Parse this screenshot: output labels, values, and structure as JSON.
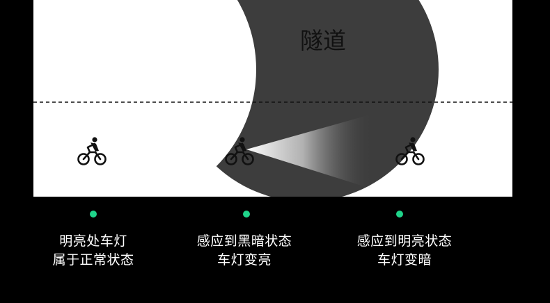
{
  "scene": {
    "tunnel_label": "隧道",
    "colors": {
      "background": "#000000",
      "panel": "#ffffff",
      "tunnel": "#3d3d3d",
      "dot": "#1fd48a"
    }
  },
  "captions": [
    {
      "line1": "明亮处车灯",
      "line2": "属于正常状态"
    },
    {
      "line1": "感应到黑暗状态",
      "line2": "车灯变亮"
    },
    {
      "line1": "感应到明亮状态",
      "line2": "车灯变暗"
    }
  ],
  "icons": [
    "cyclist-icon",
    "cyclist-icon",
    "cyclist-icon"
  ]
}
